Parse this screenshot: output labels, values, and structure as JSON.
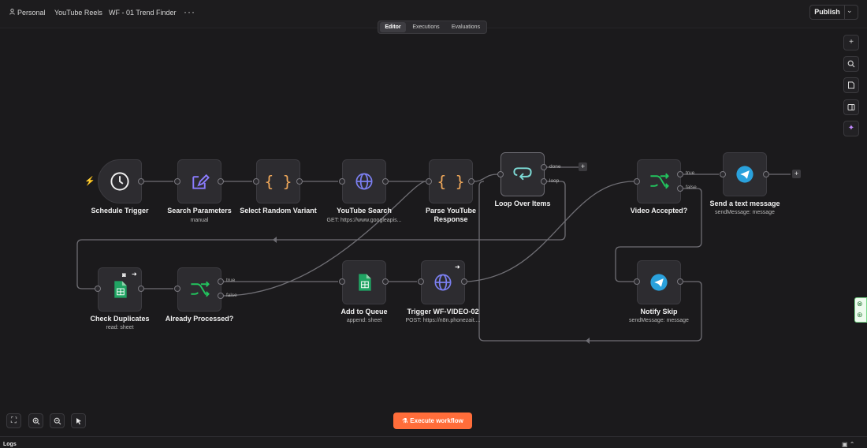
{
  "header": {
    "project": "Personal",
    "folder": "YouTube Reels",
    "workflow_name": "WF - 01 Trend Finder",
    "more": "···",
    "publish": "Publish"
  },
  "tabs": [
    "Editor",
    "Executions",
    "Evaluations"
  ],
  "nodes": {
    "schedule": {
      "title": "Schedule Trigger",
      "subtitle": ""
    },
    "search_params": {
      "title": "Search Parameters",
      "subtitle": "manual"
    },
    "random_variant": {
      "title": "Select Random Variant",
      "subtitle": ""
    },
    "youtube_search": {
      "title": "YouTube Search",
      "subtitle": "GET: https://www.googleapis..."
    },
    "parse_response": {
      "title": "Parse YouTube Response",
      "title_line1": "Parse YouTube",
      "title_line2": "Response",
      "subtitle": ""
    },
    "loop": {
      "title": "Loop Over Items",
      "subtitle": "",
      "done": "done",
      "loop": "loop"
    },
    "video_accepted": {
      "title": "Video Accepted?",
      "subtitle": "",
      "true": "true",
      "false": "false"
    },
    "send_text": {
      "title": "Send a text message",
      "subtitle": "sendMessage: message"
    },
    "check_duplicates": {
      "title": "Check Duplicates",
      "subtitle": "read: sheet"
    },
    "already_processed": {
      "title": "Already Processed?",
      "subtitle": "",
      "true": "true",
      "false": "false"
    },
    "add_queue": {
      "title": "Add to Queue",
      "subtitle": "append: sheet"
    },
    "trigger_video": {
      "title": "Trigger WF-VIDEO-02",
      "subtitle": "POST: https://n8n.phonezait...."
    },
    "notify_skip": {
      "title": "Notify Skip",
      "subtitle": "sendMessage: message"
    }
  },
  "execute_button": "Execute workflow",
  "logs": "Logs",
  "colors": {
    "accent": "#ff6d3a",
    "telegram": "#2aa1dc",
    "sheets": "#20a463",
    "code": "#f2a95a",
    "edit": "#8b7cff",
    "globe": "#7b7ff0",
    "filter": "#22c55e",
    "loop": "#7ddbd6"
  },
  "icons": [
    "person-icon",
    "clock-icon",
    "edit-icon",
    "code-braces-icon",
    "globe-icon",
    "loop-icon",
    "filter-icon",
    "telegram-icon",
    "sheets-icon",
    "plus-icon",
    "search-icon",
    "sticky-note-icon",
    "panel-icon",
    "sparkle-icon",
    "fit-view-icon",
    "zoom-in-icon",
    "zoom-out-icon",
    "pointer-icon",
    "flask-icon"
  ]
}
